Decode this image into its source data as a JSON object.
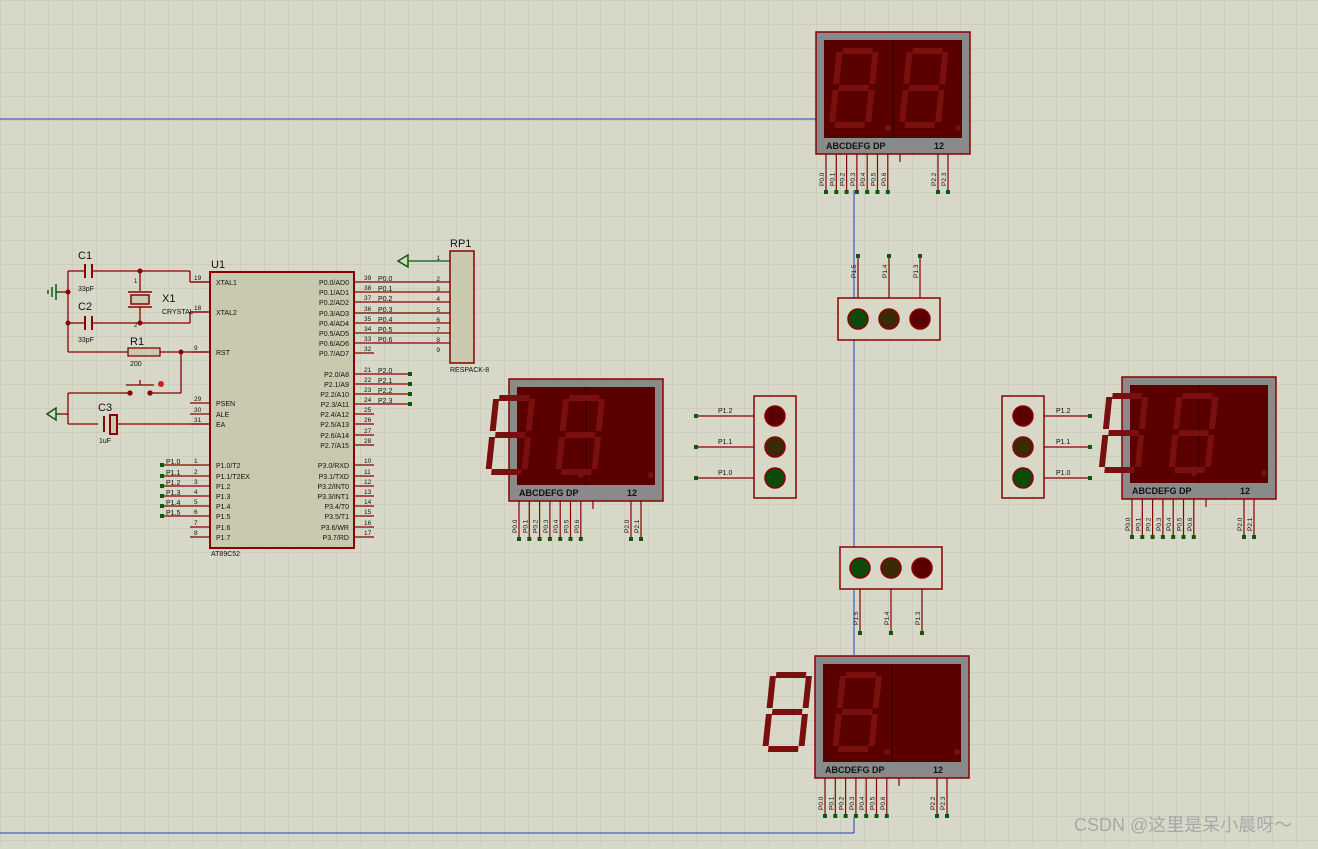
{
  "colors": {
    "background": "#d8d8c8",
    "grid": "#c4c4b4",
    "wire": "#8b0000",
    "blue_wire": "#1f3fbf",
    "chip_fill": "#c9c9b0",
    "display_frame": "#8a8a8a",
    "display_face": "#5a0000",
    "segment_off": "#7a0f0f",
    "terminal": "#0b5a0b"
  },
  "mcu": {
    "ref": "U1",
    "part": "AT89C52",
    "left_pins": [
      {
        "num": "19",
        "name": "XTAL1",
        "label": ""
      },
      {
        "num": "18",
        "name": "XTAL2",
        "label": ""
      },
      {
        "num": "9",
        "name": "RST",
        "label": ""
      },
      {
        "num": "29",
        "name": "PSEN",
        "label": ""
      },
      {
        "num": "30",
        "name": "ALE",
        "label": ""
      },
      {
        "num": "31",
        "name": "EA",
        "label": ""
      },
      {
        "num": "1",
        "name": "P1.0/T2",
        "label": "P1.0"
      },
      {
        "num": "2",
        "name": "P1.1/T2EX",
        "label": "P1.1"
      },
      {
        "num": "3",
        "name": "P1.2",
        "label": "P1.2"
      },
      {
        "num": "4",
        "name": "P1.3",
        "label": "P1.3"
      },
      {
        "num": "5",
        "name": "P1.4",
        "label": "P1.4"
      },
      {
        "num": "6",
        "name": "P1.5",
        "label": "P1.5"
      },
      {
        "num": "7",
        "name": "P1.6",
        "label": ""
      },
      {
        "num": "8",
        "name": "P1.7",
        "label": ""
      }
    ],
    "right_pins": [
      {
        "num": "39",
        "name": "P0.0/AD0",
        "label": "P0.0"
      },
      {
        "num": "38",
        "name": "P0.1/AD1",
        "label": "P0.1"
      },
      {
        "num": "37",
        "name": "P0.2/AD2",
        "label": "P0.2"
      },
      {
        "num": "36",
        "name": "P0.3/AD3",
        "label": "P0.3"
      },
      {
        "num": "35",
        "name": "P0.4/AD4",
        "label": "P0.4"
      },
      {
        "num": "34",
        "name": "P0.5/AD5",
        "label": "P0.5"
      },
      {
        "num": "33",
        "name": "P0.6/AD6",
        "label": "P0.6"
      },
      {
        "num": "32",
        "name": "P0.7/AD7",
        "label": ""
      },
      {
        "num": "21",
        "name": "P2.0/A8",
        "label": "P2.0"
      },
      {
        "num": "22",
        "name": "P2.1/A9",
        "label": "P2.1"
      },
      {
        "num": "23",
        "name": "P2.2/A10",
        "label": "P2.2"
      },
      {
        "num": "24",
        "name": "P2.3/A11",
        "label": "P2.3"
      },
      {
        "num": "25",
        "name": "P2.4/A12",
        "label": ""
      },
      {
        "num": "26",
        "name": "P2.5/A13",
        "label": ""
      },
      {
        "num": "27",
        "name": "P2.6/A14",
        "label": ""
      },
      {
        "num": "28",
        "name": "P2.7/A15",
        "label": ""
      },
      {
        "num": "10",
        "name": "P3.0/RXD",
        "label": ""
      },
      {
        "num": "11",
        "name": "P3.1/TXD",
        "label": ""
      },
      {
        "num": "12",
        "name": "P3.2/INT0",
        "label": ""
      },
      {
        "num": "13",
        "name": "P3.3/INT1",
        "label": ""
      },
      {
        "num": "14",
        "name": "P3.4/T0",
        "label": ""
      },
      {
        "num": "15",
        "name": "P3.5/T1",
        "label": ""
      },
      {
        "num": "16",
        "name": "P3.6/WR",
        "label": ""
      },
      {
        "num": "17",
        "name": "P3.7/RD",
        "label": ""
      }
    ]
  },
  "components": {
    "c1": {
      "ref": "C1",
      "value": "33pF"
    },
    "c2": {
      "ref": "C2",
      "value": "33pF"
    },
    "c3": {
      "ref": "C3",
      "value": "1uF"
    },
    "x1": {
      "ref": "X1",
      "value": "CRYSTAL",
      "pin1": "1",
      "pin2": "2"
    },
    "r1": {
      "ref": "R1",
      "value": "200"
    },
    "rp1": {
      "ref": "RP1",
      "value": "RESPACK-8",
      "pins": [
        "1",
        "2",
        "3",
        "4",
        "5",
        "6",
        "7",
        "8",
        "9"
      ]
    }
  },
  "displays": {
    "segment_label": "ABCDEFG DP",
    "digit_label": "12",
    "top": {
      "pins": [
        "P0.0",
        "P0.1",
        "P0.2",
        "P0.3",
        "P0.4",
        "P0.5",
        "P0.6"
      ],
      "com": [
        "P2.2",
        "P2.3"
      ]
    },
    "left": {
      "pins": [
        "P0.0",
        "P0.1",
        "P0.2",
        "P0.3",
        "P0.4",
        "P0.5",
        "P0.6"
      ],
      "com": [
        "P2.0",
        "P2.1"
      ]
    },
    "right": {
      "pins": [
        "P0.0",
        "P0.1",
        "P0.2",
        "P0.3",
        "P0.4",
        "P0.5",
        "P0.6"
      ],
      "com": [
        "P2.0",
        "P2.1"
      ]
    },
    "bottom": {
      "pins": [
        "P0.0",
        "P0.1",
        "P0.2",
        "P0.3",
        "P0.4",
        "P0.5",
        "P0.6"
      ],
      "com": [
        "P2.2",
        "P2.3"
      ]
    }
  },
  "traffic_lights": {
    "top": {
      "labels": [
        "P1.5",
        "P1.4",
        "P1.3"
      ]
    },
    "bottom": {
      "labels": [
        "P1.5",
        "P1.4",
        "P1.3"
      ]
    },
    "left": {
      "labels": [
        "P1.2",
        "P1.1",
        "P1.0"
      ]
    },
    "right": {
      "labels": [
        "P1.2",
        "P1.1",
        "P1.0"
      ]
    }
  },
  "watermark": "CSDN @这里是呆小晨呀～"
}
